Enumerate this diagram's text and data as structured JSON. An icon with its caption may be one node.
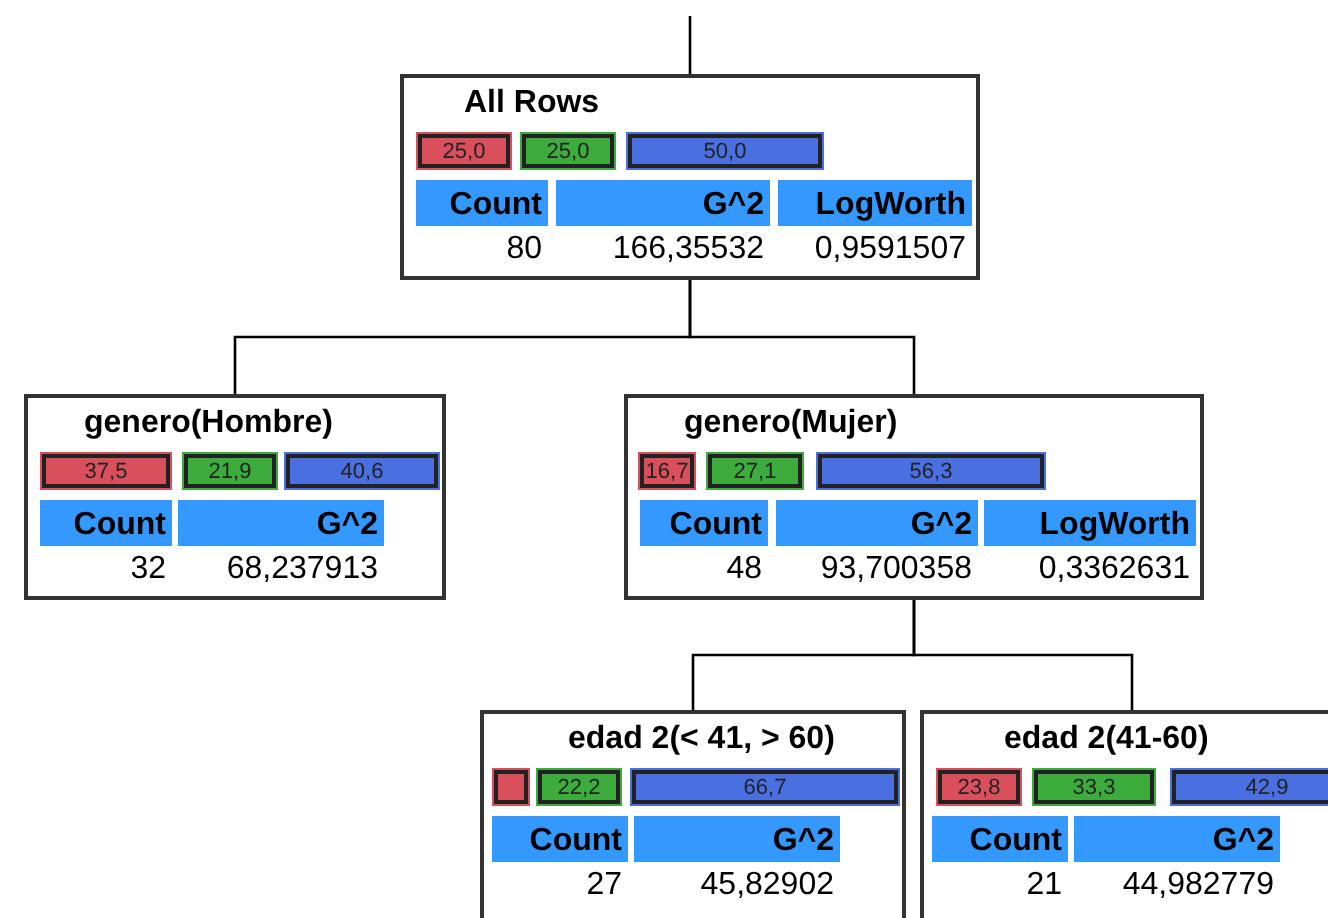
{
  "diagram": {
    "nodes": [
      {
        "text": [
          "All Rows",
          "Count",
          "G^2",
          "LogWorth",
          "80",
          "166,35532",
          "0,9591507"
        ]
      },
      {
        "text": [
          "25,0"
        ],
        "in": 0
      },
      {
        "text": [
          "25,0"
        ],
        "in": 0
      },
      {
        "text": [
          "50,0"
        ],
        "in": 0
      },
      {
        "text": [
          "genero(Hombre)",
          "Count",
          "G^2",
          "32",
          "68,237913"
        ]
      },
      {
        "text": [
          "37,5"
        ],
        "in": 4
      },
      {
        "text": [
          "21,9"
        ],
        "in": 4
      },
      {
        "text": [
          "40,6"
        ],
        "in": 4
      },
      {
        "text": [
          "genero(Mujer)",
          "Count",
          "G^2",
          "LogWorth",
          "48",
          "93,700358",
          "0,3362631"
        ]
      },
      {
        "text": [
          "16,7"
        ],
        "in": 8
      },
      {
        "text": [
          "27,1"
        ],
        "in": 8
      },
      {
        "text": [
          "56,3"
        ],
        "in": 8
      },
      {
        "text": [
          "edad 2(< 41, > 60)",
          "Count",
          "G^2",
          "27",
          "45,82902"
        ]
      },
      {
        "text": [],
        "shape": "bar",
        "in": 12
      },
      {
        "text": [
          "22,2"
        ],
        "in": 12
      },
      {
        "text": [
          "66,7"
        ],
        "in": 12
      },
      {
        "text": [
          "edad 2(41-60)",
          "Count",
          "G^2",
          "21",
          "44,982779"
        ]
      },
      {
        "text": [
          "23,8"
        ],
        "in": 16
      },
      {
        "text": [
          "33,3"
        ],
        "in": 16
      },
      {
        "text": [
          "42,9"
        ],
        "in": 16
      }
    ],
    "edges": [
      {
        "from": null,
        "to": 0,
        "arrow": "none"
      },
      {
        "from": 0,
        "to": 4,
        "arrow": "none"
      },
      {
        "from": 0,
        "to": 8,
        "arrow": "none"
      },
      {
        "from": 8,
        "to": 12,
        "arrow": "none"
      },
      {
        "from": 8,
        "to": 16,
        "arrow": "none"
      }
    ]
  }
}
